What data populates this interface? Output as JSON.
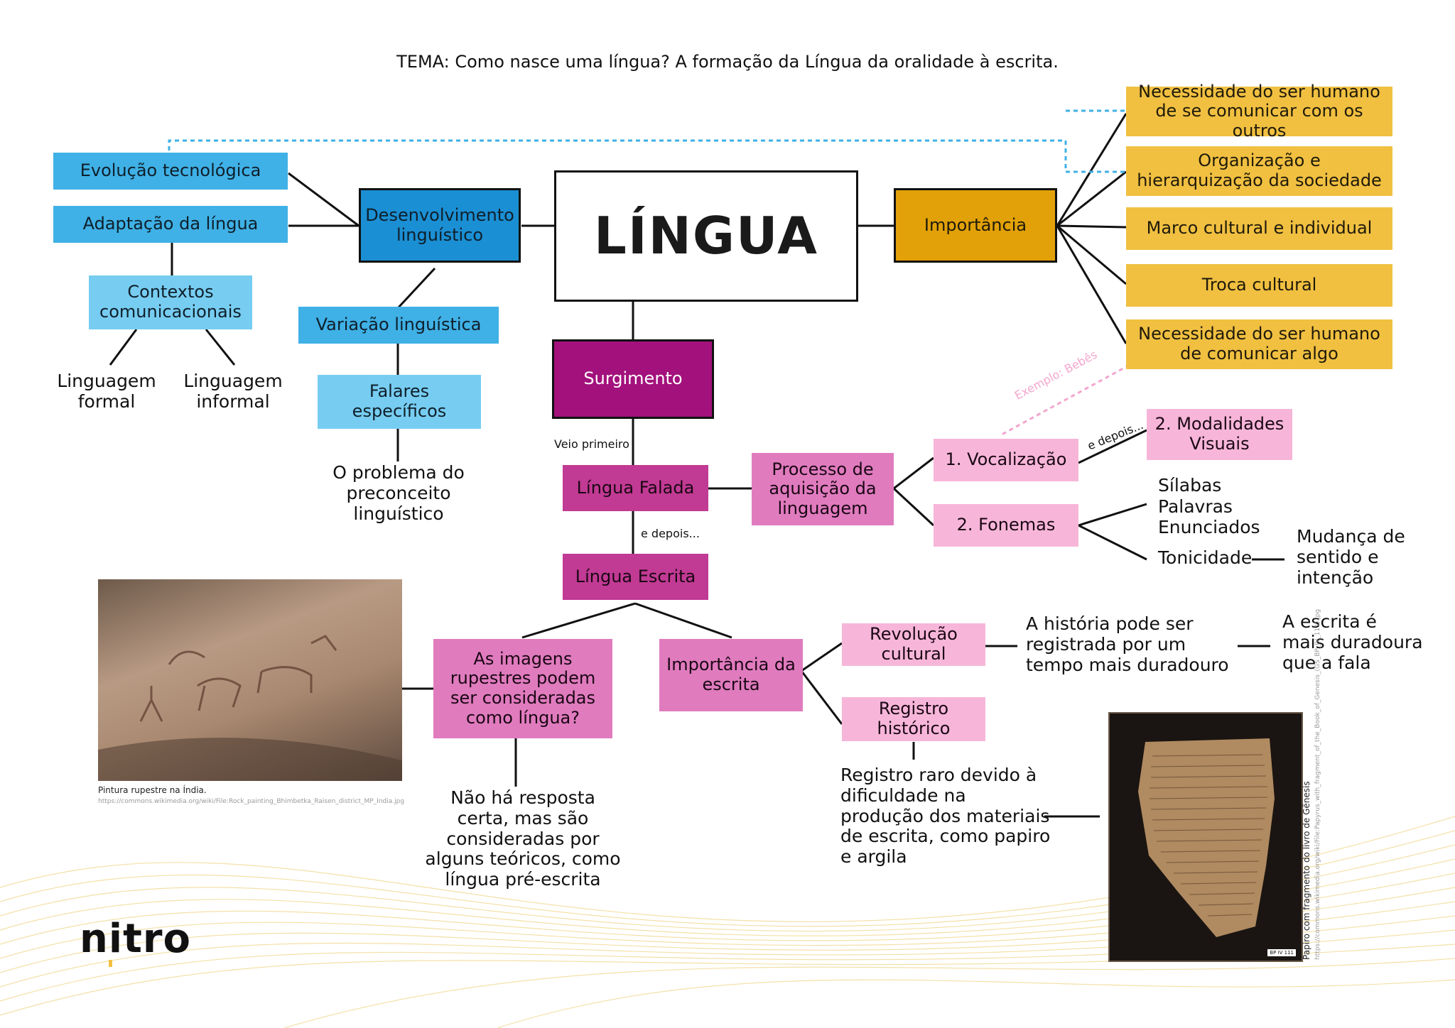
{
  "title": "TEMA: Como nasce uma língua? A formação da Língua da oralidade à escrita.",
  "center": "LÍNGUA",
  "left": {
    "dev": "Desenvolvimento linguístico",
    "evolucao": "Evolução tecnológica",
    "adaptacao": "Adaptação da língua",
    "contextos": "Contextos comunicacionais",
    "formal": "Linguagem formal",
    "informal": "Linguagem informal",
    "variacao": "Variação linguística",
    "falares": "Falares específicos",
    "preconceito": "O problema do preconceito linguístico"
  },
  "right": {
    "importancia": "Importância",
    "items": [
      "Necessidade do ser humano de se comunicar com os outros",
      "Organização e hierarquização da sociedade",
      "Marco cultural e individual",
      "Troca cultural",
      "Necessidade do ser humano de comunicar algo"
    ],
    "exemplo": "Exemplo: Bebês"
  },
  "middle": {
    "surgimento": "Surgimento",
    "veio_primeiro": "Veio primeiro",
    "falada": "Língua Falada",
    "e_depois": "e depois...",
    "escrita": "Língua Escrita",
    "processo": "Processo de aquisição da linguagem",
    "vocalizacao": "1. Vocalização",
    "e_depois2": "e depois...",
    "modalidades": "2. Modalidades Visuais",
    "fonemas": "2. Fonemas",
    "silabas": "Sílabas",
    "palavras": "Palavras",
    "enunciados": "Enunciados",
    "tonicidade": "Tonicidade",
    "mudanca": "Mudança de sentido e intenção"
  },
  "bottom": {
    "rupestres": "As imagens rupestres podem ser consideradas como língua?",
    "resposta": "Não há resposta certa, mas são consideradas por alguns teóricos, como língua pré-escrita",
    "imp_escrita": "Importância da escrita",
    "revolucao": "Revolução cultural",
    "historia": "A história pode ser registrada por um tempo mais duradouro",
    "duradoura": "A escrita é mais duradoura que a fala",
    "registro": "Registro histórico",
    "registro_raro": "Registro raro devido à dificuldade na produção dos materiais de escrita, como papiro e argila",
    "caption_pintura": "Pintura rupestre na Índia.",
    "credit_pintura": "https://commons.wikimedia.org/wiki/File:Rock_painting_Bhimbetka_Raisen_district_MP_India.jpg",
    "caption_papiro": "Papiro com fragmento do livro de Gênesis",
    "credit_papiro": "https://commons.wikimedia.org/wiki/File:Papyrus_with_fragment_of_the_Book_of_Genesis_(GS_BP_IV_111).jpg",
    "papiro_tag": "BP IV 111"
  },
  "logo": "nitro"
}
